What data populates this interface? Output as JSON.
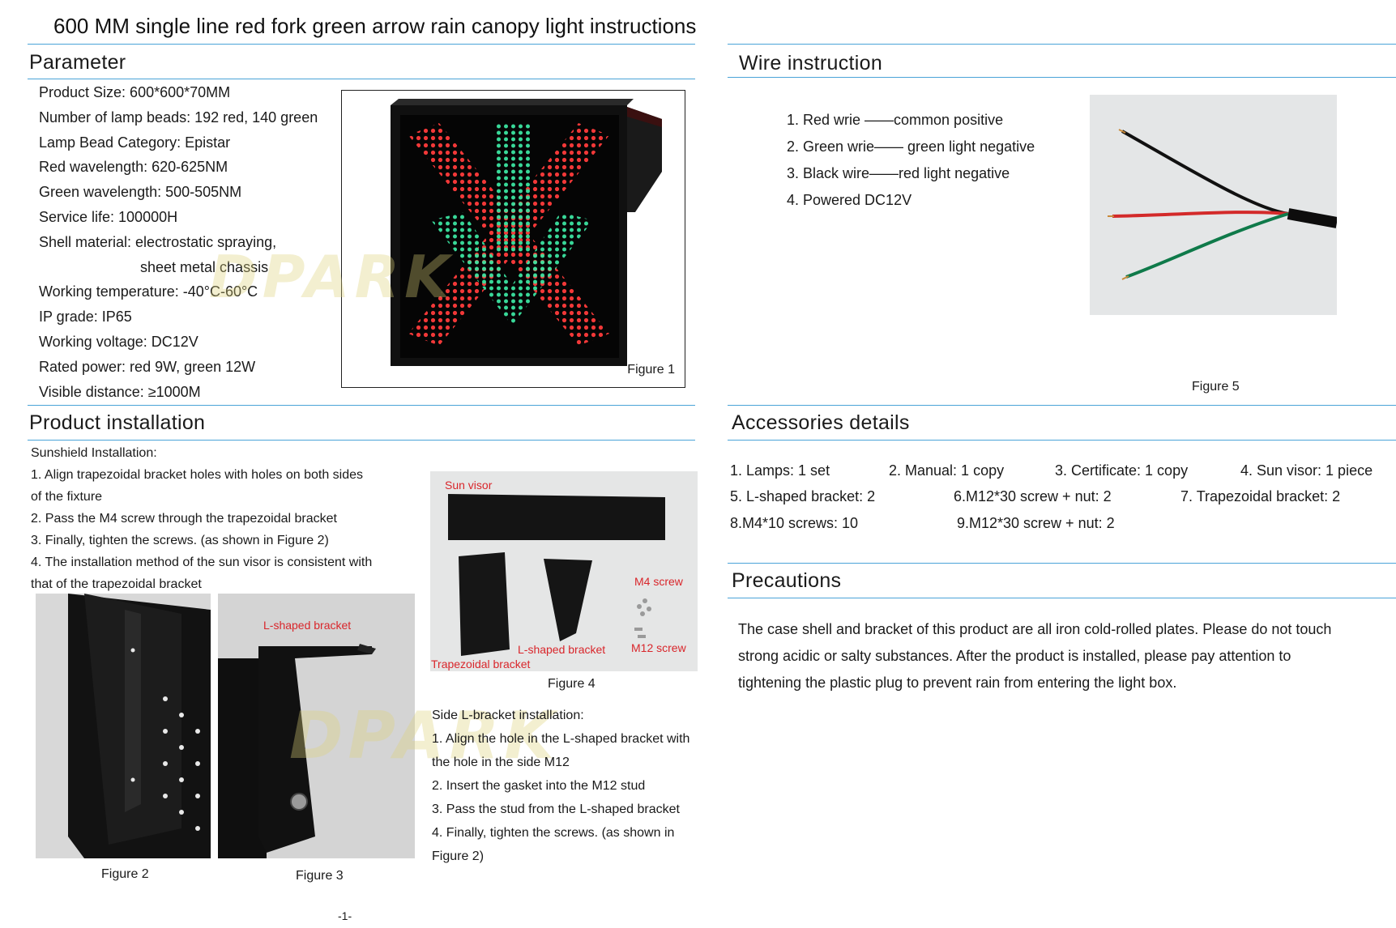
{
  "page_title": "600 MM single line red fork green arrow rain canopy light instructions",
  "watermark": "DPARK",
  "parameter": {
    "heading": "Parameter",
    "items": [
      "Product Size: 600*600*70MM",
      "Number of lamp beads: 192 red, 140 green",
      "Lamp Bead Category: Epistar",
      "Red wavelength: 620-625NM",
      "Green wavelength: 500-505NM",
      "Service life: 100000H",
      "Shell material: electrostatic spraying,",
      "sheet metal chassis",
      "Working temperature: -40°C-60°C",
      "IP grade: IP65",
      "Working voltage: DC12V",
      "Rated power: red 9W, green 12W",
      "Visible distance: ≥1000M"
    ],
    "figure_caption": "Figure 1"
  },
  "wire": {
    "heading": "Wire  instruction",
    "items": [
      "1. Red wrie ——common  positive",
      "2. Green wrie—— green  light  negative",
      "3. Black wire——red  light  negative",
      "4. Powered DC12V"
    ],
    "figure_caption": "Figure 5"
  },
  "installation": {
    "heading": "Product installation",
    "sunshield_title": "Sunshield Installation:",
    "sunshield_steps": [
      "1. Align trapezoidal bracket holes with holes on both sides",
      "of the fixture",
      "2. Pass the M4 screw through the trapezoidal bracket",
      "3. Finally, tighten the screws. (as shown in Figure 2)",
      "4. The installation method of the sun visor is consistent with",
      "that of the trapezoidal bracket"
    ],
    "fig2_caption": "Figure 2",
    "fig3_caption": "Figure 3",
    "fig3_label": "L-shaped bracket",
    "fig4_caption": "Figure 4",
    "fig4_labels": {
      "sun_visor": "Sun visor",
      "m4_screw": "M4 screw",
      "l_bracket": "L-shaped bracket",
      "m12_screw": "M12 screw",
      "trapezoidal": "Trapezoidal bracket"
    },
    "side_title": "Side L-bracket installation:",
    "side_steps": [
      "1. Align the hole in the L-shaped bracket with",
      "the hole in the side M12",
      "2. Insert the gasket into the M12 stud",
      "3. Pass the stud from the L-shaped bracket",
      "4. Finally, tighten the screws. (as shown in",
      "Figure 2)"
    ]
  },
  "accessories": {
    "heading": "Accessories details",
    "row1": [
      "1. Lamps: 1 set",
      "2. Manual: 1 copy",
      "3. Certificate: 1 copy",
      "4. Sun visor: 1 piece"
    ],
    "row2": [
      "5. L-shaped bracket: 2",
      "6.M12*30 screw + nut: 2",
      "7. Trapezoidal bracket: 2"
    ],
    "row3": [
      "8.M4*10 screws: 10",
      "9.M12*30 screw + nut: 2"
    ]
  },
  "precautions": {
    "heading": "Precautions",
    "lines": [
      "The case shell and bracket of this product are all iron cold-rolled plates. Please do not touch",
      "strong acidic or salty substances. After the product is installed, please pay attention to",
      "tightening the plastic plug to prevent rain from entering the light box."
    ]
  },
  "page_number": "-1-",
  "colors": {
    "rule": "#4aa3d8",
    "label_red": "#d9262b"
  }
}
